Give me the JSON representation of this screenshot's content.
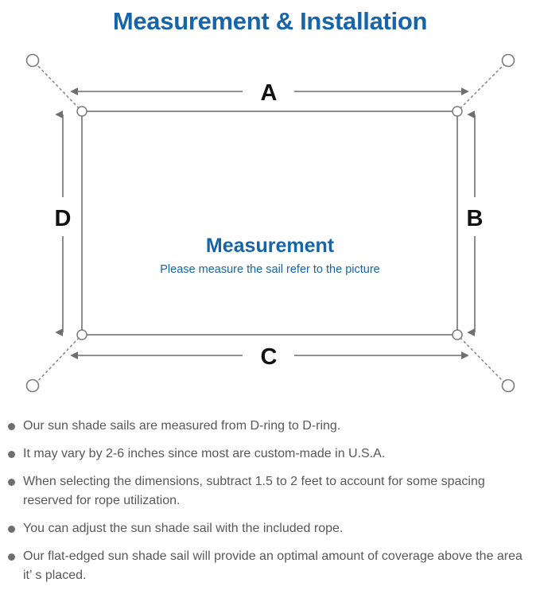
{
  "title": "Measurement & Installation",
  "colors": {
    "title_blue": "#1565a8",
    "center_blue": "#1565a8",
    "line_gray": "#7b7b7b",
    "text_gray": "#585858",
    "bullet_gray": "#6e6e6e",
    "background": "#ffffff"
  },
  "diagram": {
    "name": "sun-shade-sail-measurement-diagram",
    "center_heading": "Measurement",
    "center_subtext": "Please measure the sail refer to the picture",
    "dimension_labels": [
      {
        "id": "A",
        "label": "A",
        "position": "top",
        "orientation": "horizontal"
      },
      {
        "id": "B",
        "label": "B",
        "position": "right",
        "orientation": "vertical"
      },
      {
        "id": "C",
        "label": "C",
        "position": "bottom",
        "orientation": "horizontal"
      },
      {
        "id": "D",
        "label": "D",
        "position": "left",
        "orientation": "vertical"
      }
    ],
    "anchor_points": [
      {
        "id": "top-left",
        "label": ""
      },
      {
        "id": "top-right",
        "label": ""
      },
      {
        "id": "bottom-left",
        "label": ""
      },
      {
        "id": "bottom-right",
        "label": ""
      }
    ],
    "d_rings": [
      {
        "id": "d-ring-top-left"
      },
      {
        "id": "d-ring-top-right"
      },
      {
        "id": "d-ring-bottom-left"
      },
      {
        "id": "d-ring-bottom-right"
      }
    ]
  },
  "bullets": [
    "Our sun shade sails are measured from D-ring to D-ring.",
    "It may vary by 2-6 inches since most are custom-made in U.S.A.",
    "When selecting the dimensions, subtract 1.5 to 2 feet to account for some spacing reserved for rope utilization.",
    "You can adjust the sun shade sail with the included rope.",
    "Our flat-edged sun shade sail will provide an optimal amount of coverage above the area it’ s placed."
  ]
}
